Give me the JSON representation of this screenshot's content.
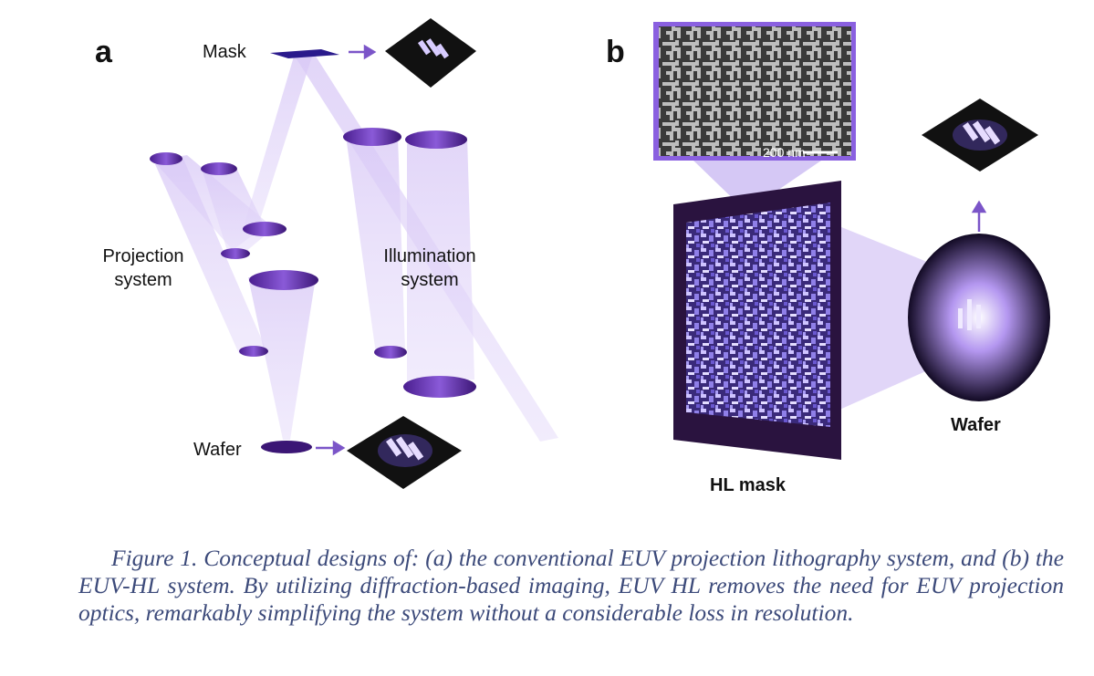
{
  "panels": {
    "a": "a",
    "b": "b"
  },
  "panel_a": {
    "mask_label": "Mask",
    "projection_label_1": "Projection",
    "projection_label_2": "system",
    "illumination_label_1": "Illumination",
    "illumination_label_2": "system",
    "wafer_label": "Wafer"
  },
  "panel_b": {
    "scale_bar_label": "200 nm",
    "hl_mask_label": "HL mask",
    "wafer_label": "Wafer"
  },
  "colors": {
    "accent": "#6b3fc4",
    "beam": "#c9b5f2",
    "dark": "#1a1030",
    "caption": "#3c4a7a"
  },
  "caption": {
    "text": "Figure 1. Conceptual designs of: (a) the conventional EUV projection lithography system, and (b) the EUV-HL system. By utilizing diffraction-based imaging, EUV HL removes the need for EUV projection optics, remarkably simplifying the system without a considerable loss in resolution."
  }
}
